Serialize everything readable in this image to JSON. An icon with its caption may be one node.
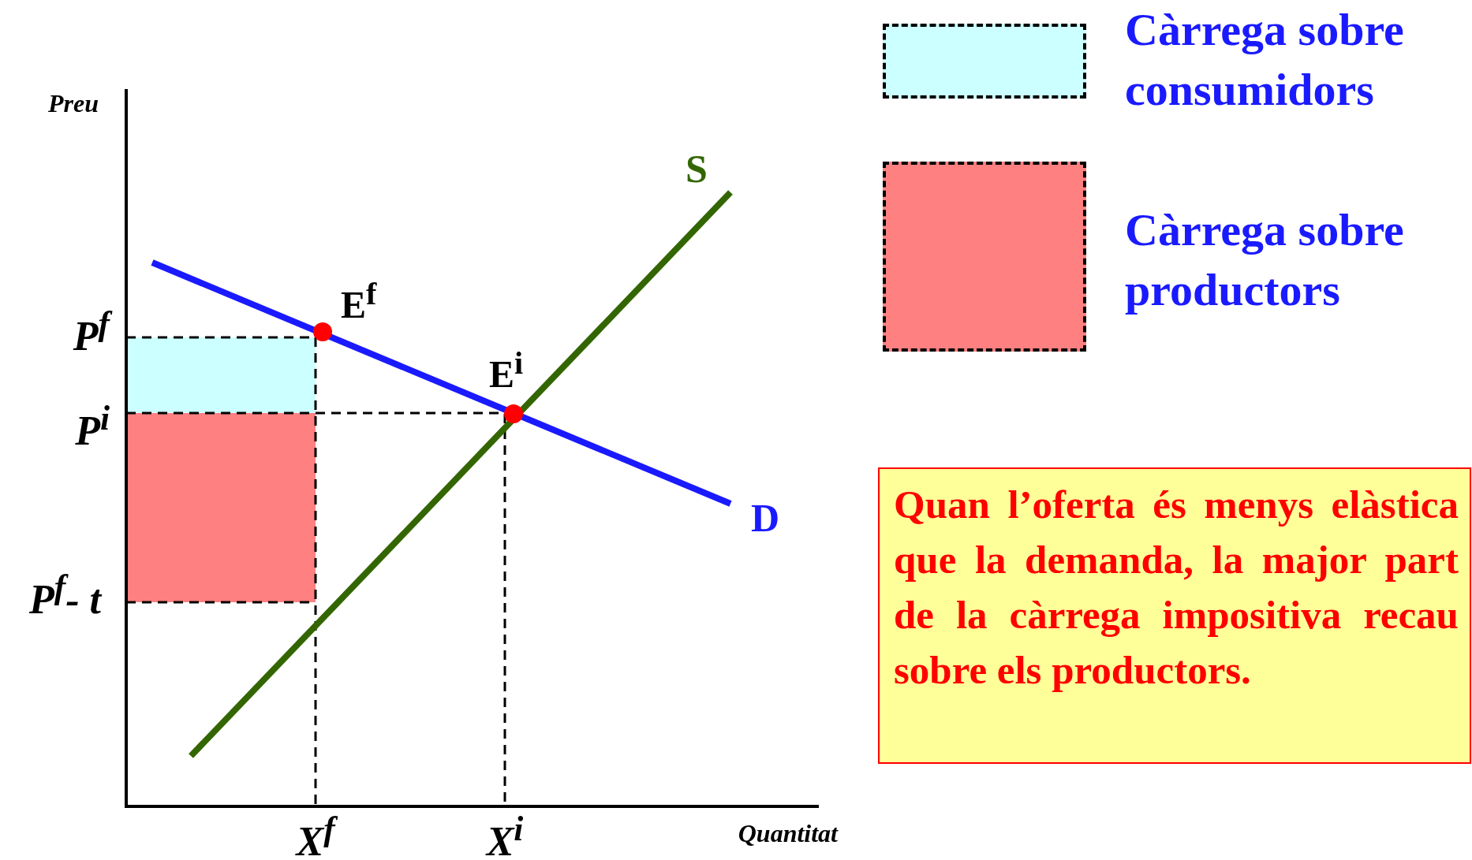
{
  "diagram": {
    "nodes": [
      {
        "text": [
          "Quan l’oferta és menys elàstica que la demanda, la major part de la càrrega impositiva recau sobre els productors."
        ]
      }
    ],
    "edges": [],
    "labels": [
      "Preu",
      "P$^{f}$",
      "E$^{f}$",
      "S",
      "P$^{i}$",
      "E$^{i}$",
      "D",
      "P$^{f}$- t",
      "X$^{f}$",
      "X$^{i}$",
      "Quantitat"
    ],
    "legend": [
      {
        "text": "Càrrega sobre consumidors",
        "color": "#ccffff"
      },
      {
        "text": "Càrrega sobre productors",
        "color": "#ff8080"
      }
    ]
  }
}
